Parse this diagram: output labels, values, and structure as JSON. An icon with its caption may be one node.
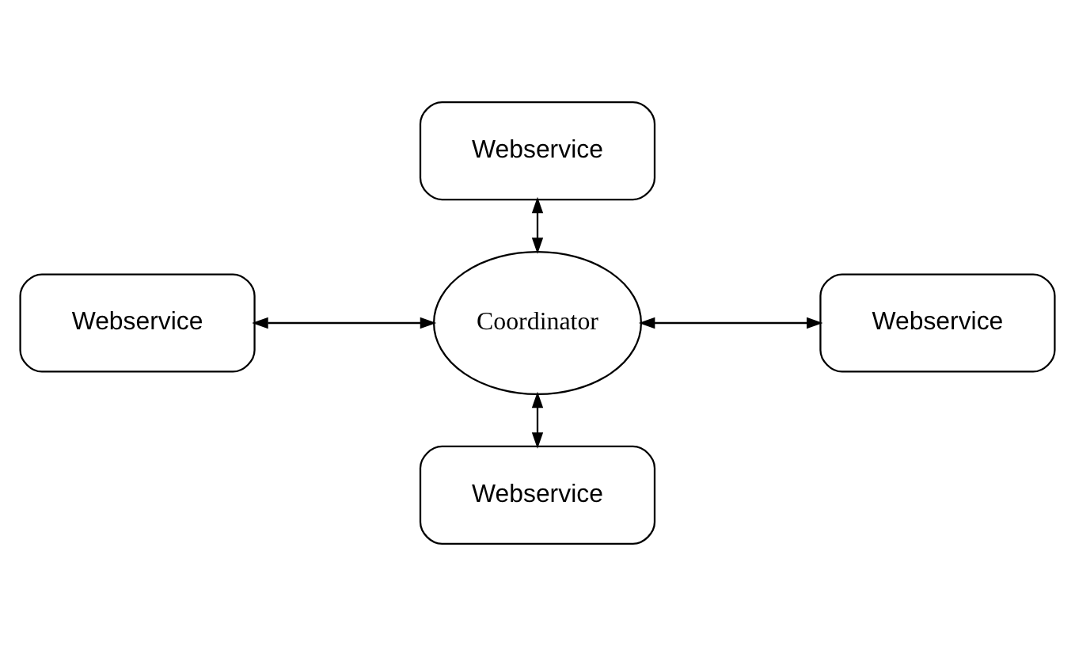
{
  "diagram": {
    "nodes": [
      {
        "text": [
          "Webservice"
        ]
      },
      {
        "text": [
          "Webservice"
        ]
      },
      {
        "text": [
          "Coordinator"
        ]
      },
      {
        "text": [
          "Webservice"
        ]
      },
      {
        "text": [
          "Webservice"
        ]
      }
    ],
    "edges": [
      {
        "from": 0,
        "to": 2,
        "arrow": "both"
      },
      {
        "from": 1,
        "to": 2,
        "arrow": "both"
      },
      {
        "from": 2,
        "to": 3,
        "arrow": "both"
      },
      {
        "from": 2,
        "to": 4,
        "arrow": "both"
      }
    ]
  }
}
